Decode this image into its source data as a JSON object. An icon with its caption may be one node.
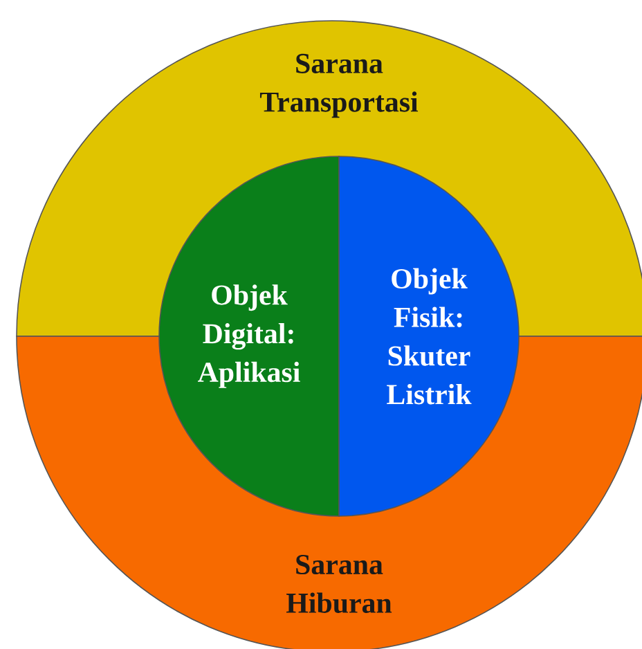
{
  "diagram": {
    "nodes": [
      {
        "text": [
          "Sarana Transportasi"
        ]
      },
      {
        "text": [
          "Sarana Hiburan"
        ]
      },
      {
        "text": [
          "Objek Digital: Aplikasi"
        ]
      },
      {
        "text": [
          "Objek Fisik: Skuter Listrik"
        ]
      }
    ]
  }
}
